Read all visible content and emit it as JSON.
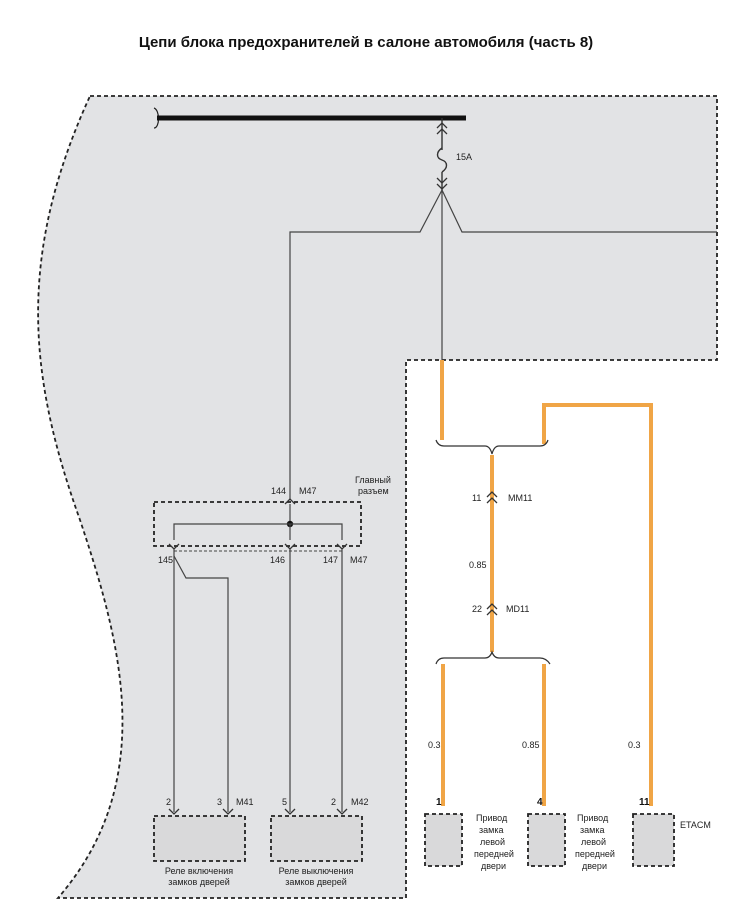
{
  "title": "Цепи блока предохранителей в салоне автомобиля (часть 8)",
  "colors": {
    "wire_orange": "#f0a546",
    "wire_dark": "#444444",
    "zone_fill": "#e2e3e5",
    "box_fill": "#d9d9da"
  },
  "fuse": {
    "rating": "15A"
  },
  "main_connector": {
    "label_line1": "Главный",
    "label_line2": "разъем",
    "code_top": "M47",
    "code_right": "M47",
    "pin_top": "144",
    "pin_left": "145",
    "pin_mid": "146",
    "pin_right": "147"
  },
  "connector_mm11": {
    "pin": "11",
    "code": "MM11"
  },
  "connector_md11": {
    "pin": "22",
    "code": "MD11"
  },
  "wire_sizes": {
    "main": "0.85",
    "branch_left": "0.3",
    "branch_mid": "0.85",
    "branch_right": "0.3"
  },
  "relay_lock": {
    "code": "M41",
    "pin_a": "2",
    "pin_b": "3",
    "name_line1": "Реле включения",
    "name_line2": "замков дверей"
  },
  "relay_unlock": {
    "code": "M42",
    "pin_a": "5",
    "pin_b": "2",
    "name_line1": "Реле выключения",
    "name_line2": "замков дверей"
  },
  "actuator_left": {
    "pin": "1",
    "name_line1": "Привод",
    "name_line2": "замка",
    "name_line3": "левой",
    "name_line4": "передней",
    "name_line5": "двери"
  },
  "actuator_front": {
    "pin": "4",
    "name_line1": "Привод",
    "name_line2": "замка",
    "name_line3": "левой",
    "name_line4": "передней",
    "name_line5": "двери"
  },
  "etacm": {
    "pin": "11",
    "name": "ETACM"
  }
}
